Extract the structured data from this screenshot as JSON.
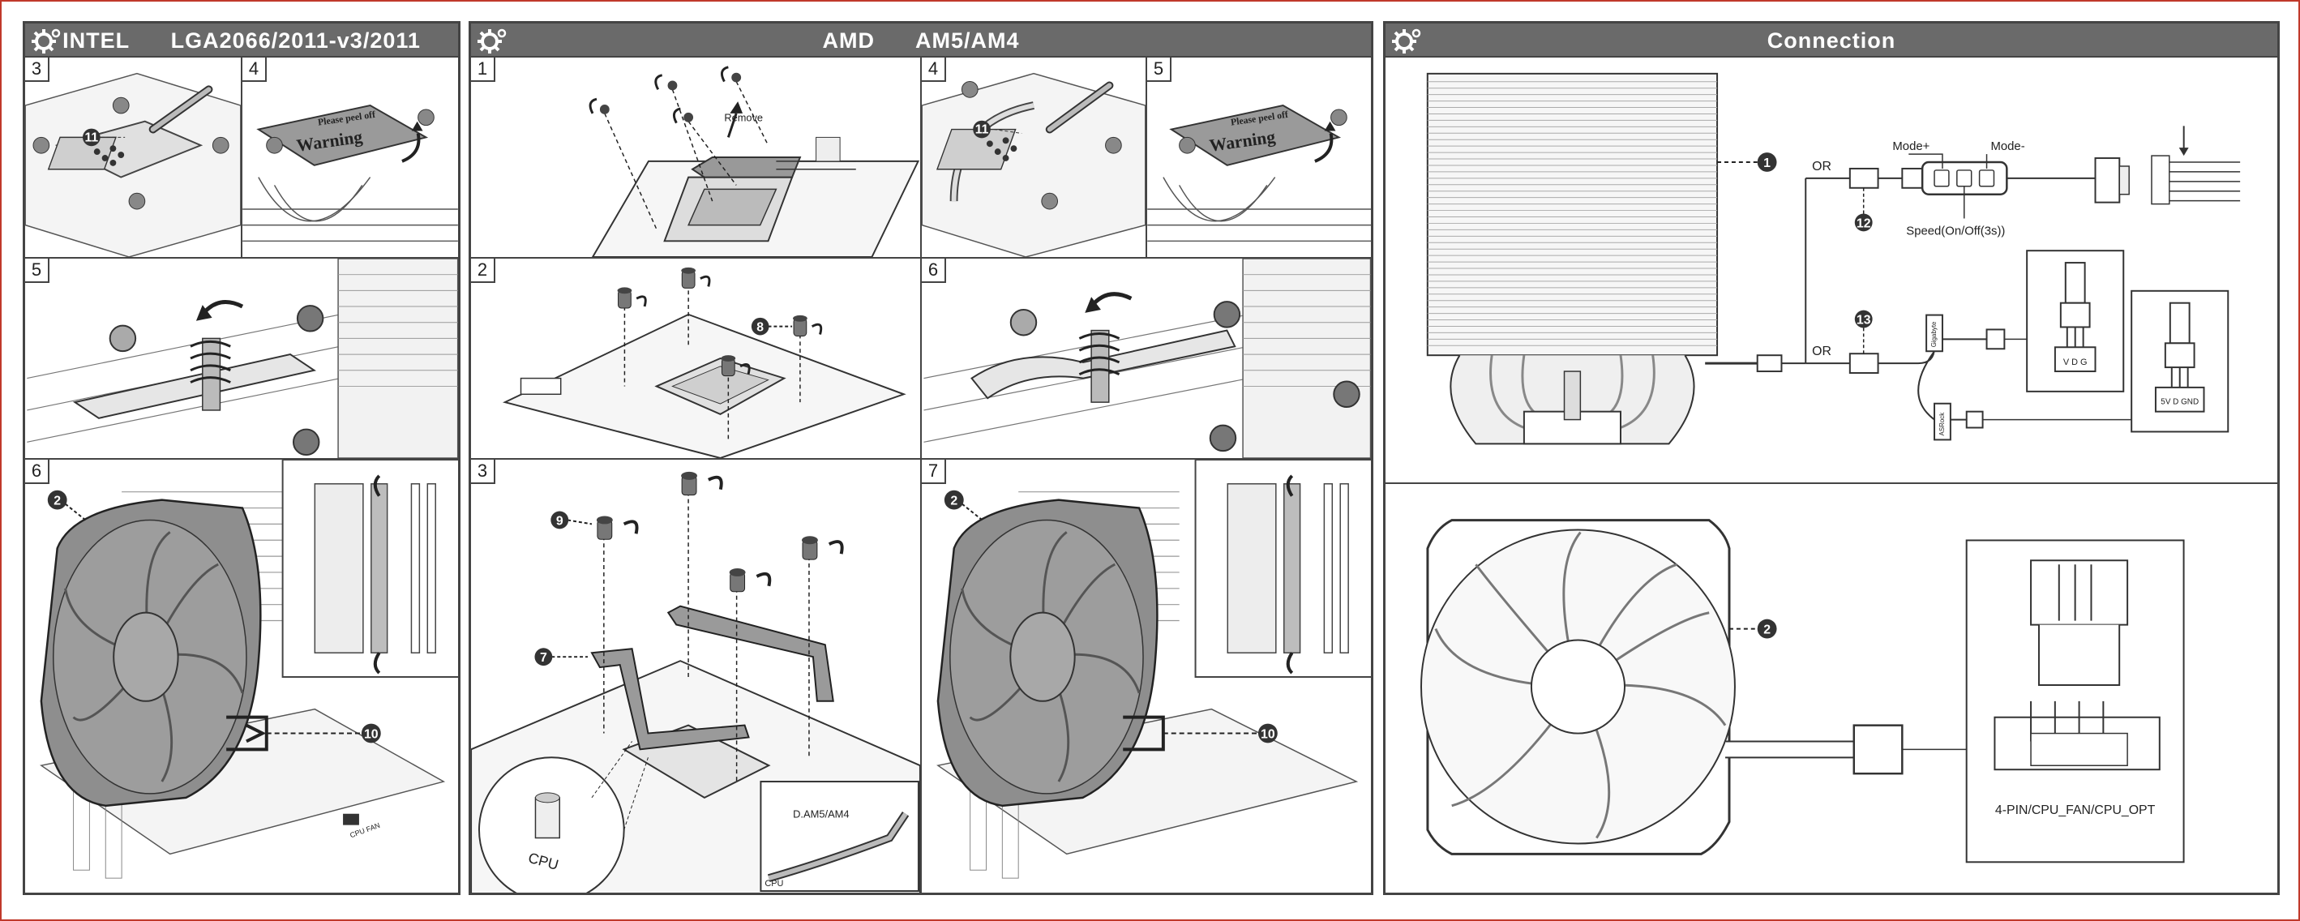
{
  "panels": {
    "intel": {
      "title_left": "INTEL",
      "title_right": "LGA2066/2011-v3/2011"
    },
    "amd": {
      "title_left": "AMD",
      "title_right": "AM5/AM4"
    },
    "connection": {
      "title": "Connection"
    }
  },
  "intel_steps": [
    "3",
    "4",
    "5",
    "6"
  ],
  "amd_steps": [
    "1",
    "2",
    "3"
  ],
  "amd_right_steps": [
    "4",
    "5",
    "6",
    "7"
  ],
  "callouts": {
    "c1": "1",
    "c2": "2",
    "c7": "7",
    "c8": "8",
    "c9": "9",
    "c10": "10",
    "c11": "11",
    "c12": "12",
    "c13": "13"
  },
  "labels": {
    "remove": "Remove",
    "warning": "Warning",
    "mode_plus": "Mode+",
    "mode_minus": "Mode-",
    "speed": "Speed(On/Off(3s))",
    "or": "OR",
    "d_am5": "D.AM5/AM4",
    "cpu": "CPU",
    "cpu_fan_header": "CPU FAN",
    "pin_label": "4-PIN/CPU_FAN/CPU_OPT",
    "gigabyte": "Gigabyte",
    "asrock": "ASRock",
    "pins_3": "5V  D  G",
    "pins_3b": "V  D  G",
    "pins_gnd": "5V D GND"
  },
  "colors": {
    "header": "#6a6a6a",
    "border": "#444444",
    "frame": "#c0392b",
    "gray_part": "#9a9a9a"
  }
}
